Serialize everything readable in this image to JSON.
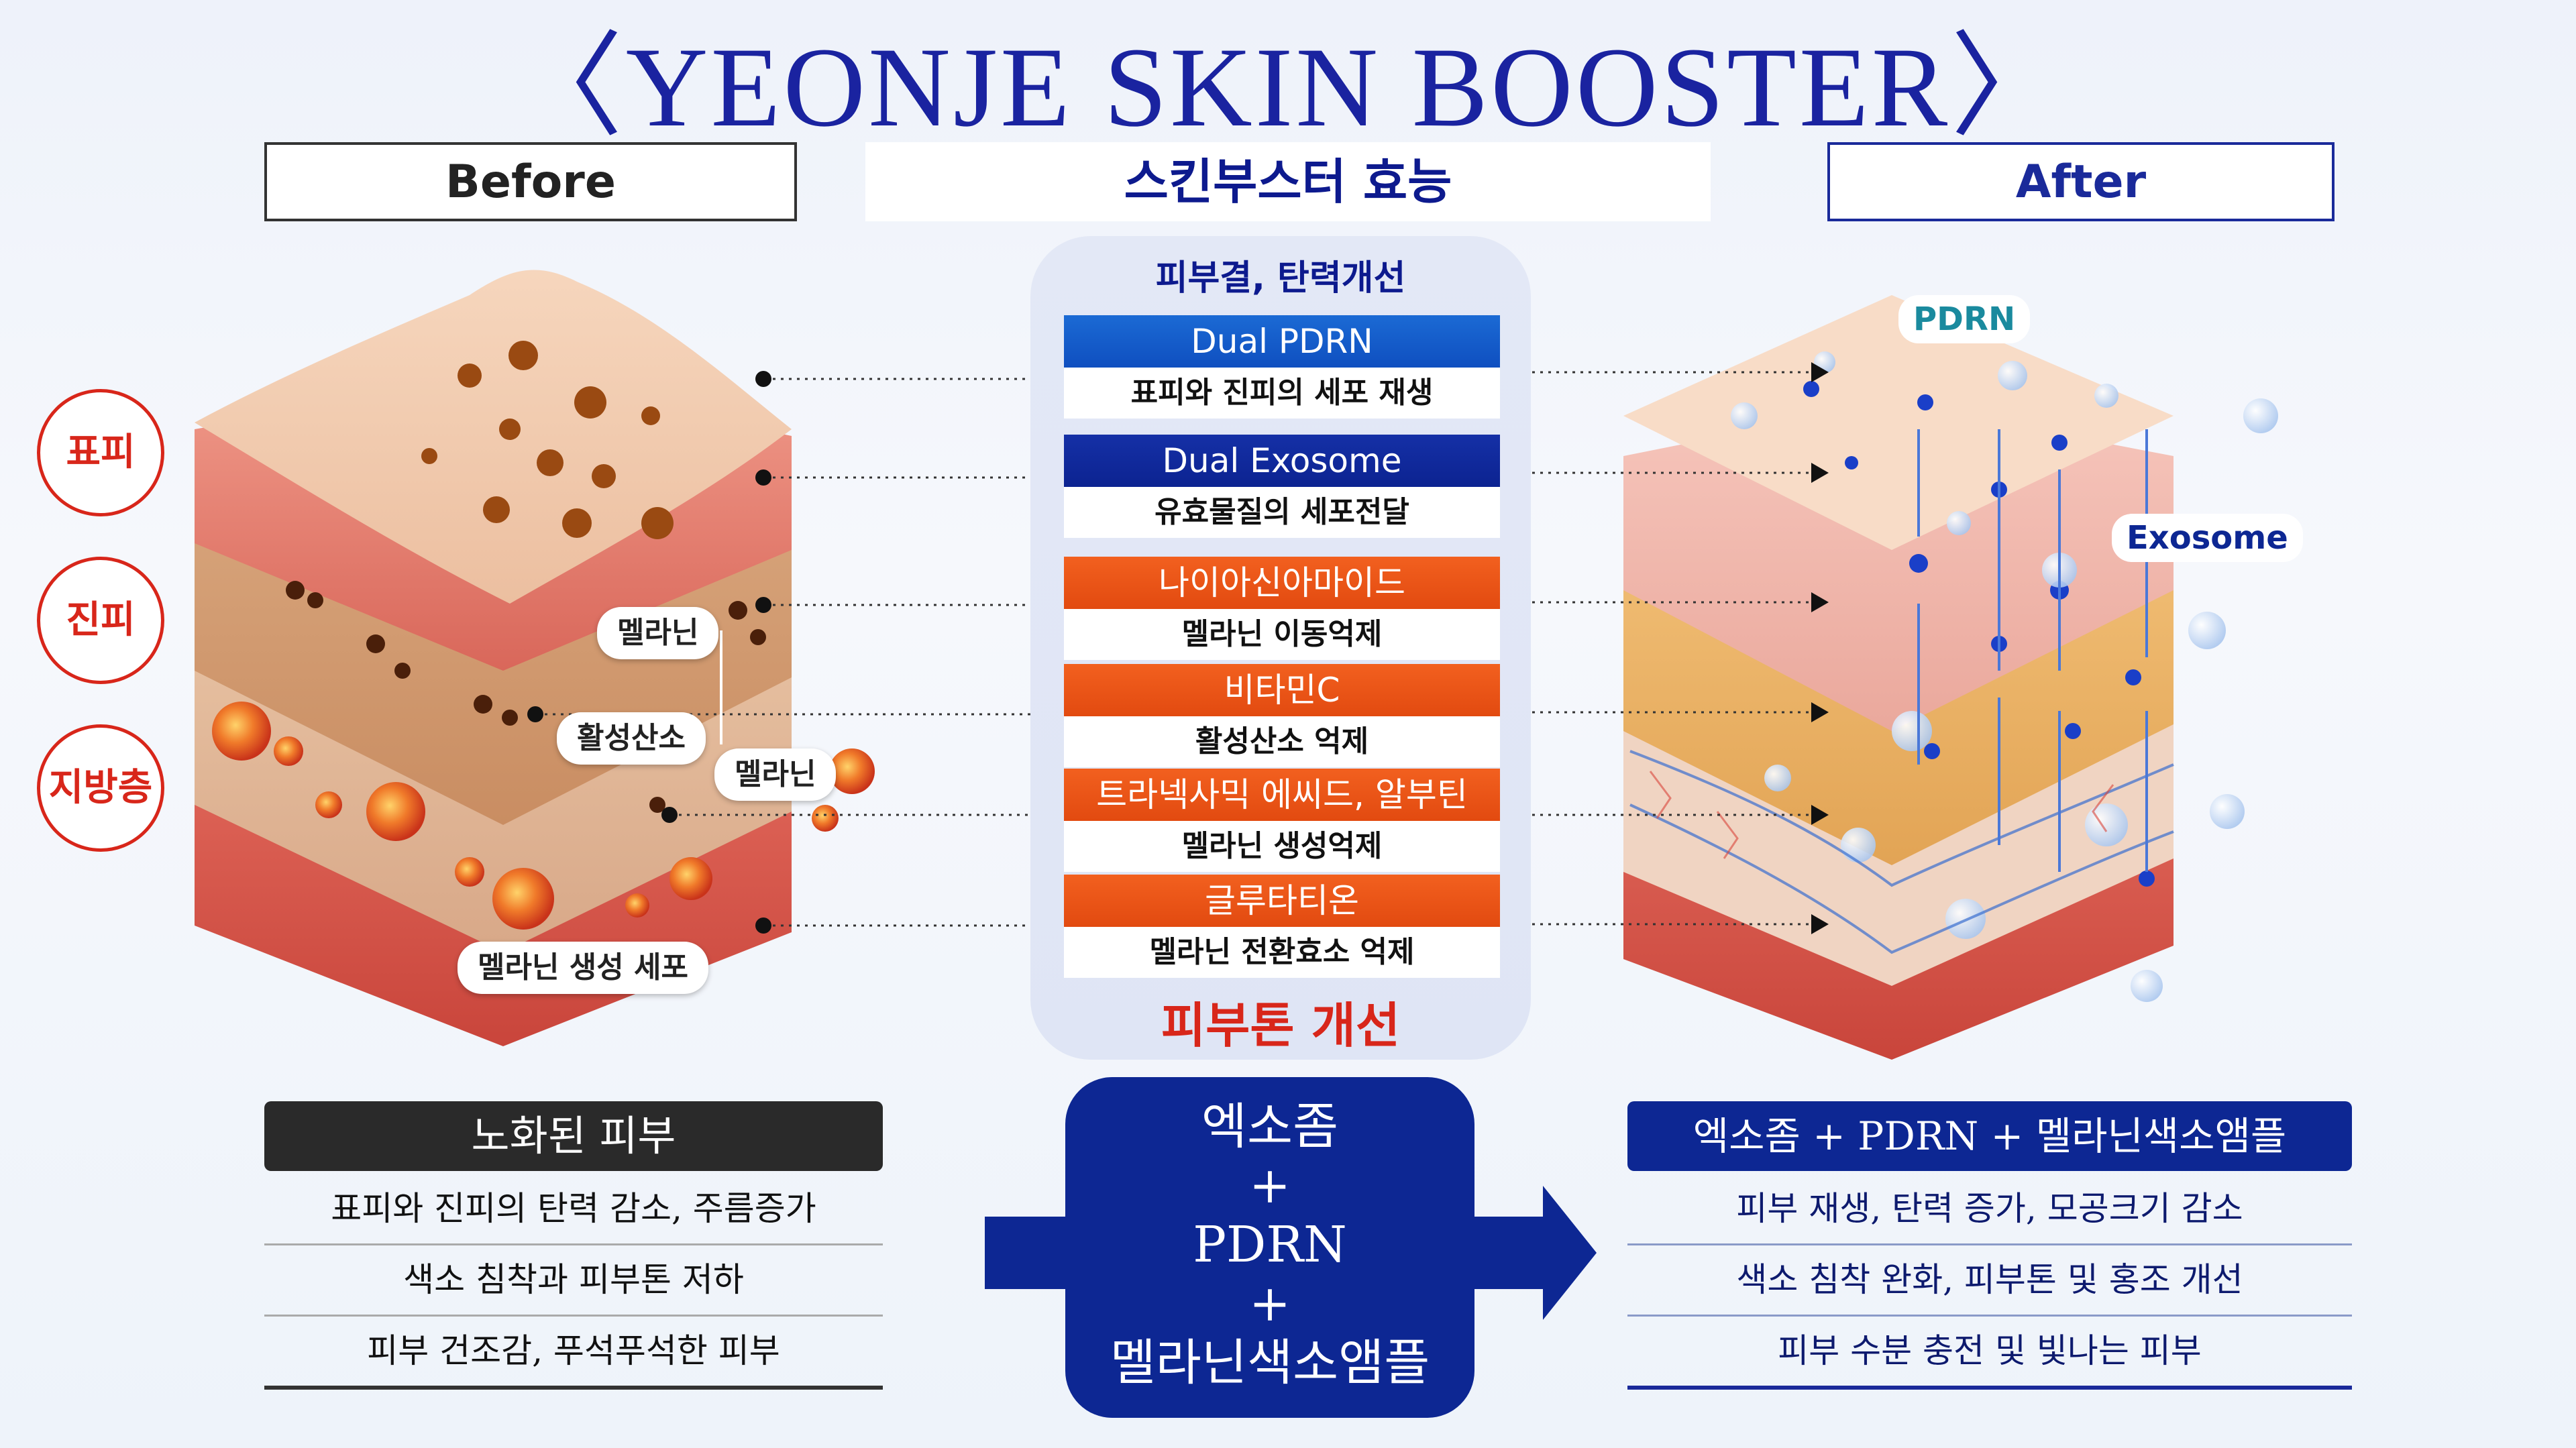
{
  "title": "〈YEONJE SKIN BOOSTER〉",
  "before_label": "Before",
  "after_label": "After",
  "center_title": "스킨부스터 효능",
  "panel_top": "피부결, 탄력개선",
  "panel_bottom": "피부톤 개선",
  "items": [
    {
      "label": "Dual PDRN",
      "desc": "표피와 진피의 세포 재생"
    },
    {
      "label": "Dual Exosome",
      "desc": "유효물질의 세포전달"
    },
    {
      "label": "나이아신아마이드",
      "desc": "멜라닌 이동억제"
    },
    {
      "label": "비타민C",
      "desc": "활성산소 억제"
    },
    {
      "label": "트라넥사믹 에씨드, 알부틴",
      "desc": "멜라닌 생성억제"
    },
    {
      "label": "글루타티온",
      "desc": "멜라닌 전환효소 억제"
    }
  ],
  "layers": [
    "표피",
    "진피",
    "지방층"
  ],
  "callouts": {
    "melanin_top": "멜라닌",
    "ros": "활성산소",
    "melanin_mid": "멜라닌",
    "melanocyte": "멜라닌 생성 세포"
  },
  "after_tags": {
    "pdrn": "PDRN",
    "exosome": "Exosome"
  },
  "left_box": {
    "header": "노화된 피부",
    "rows": [
      "표피와 진피의 탄력 감소, 주름증가",
      "색소 침착과 피부톤 저하",
      "피부 건조감, 푸석푸석한 피부"
    ]
  },
  "center_box": {
    "lines": [
      "엑소좀",
      "+",
      "PDRN",
      "+",
      "멜라닌색소앰플"
    ]
  },
  "right_box": {
    "header": "엑소좀 + PDRN + 멜라닌색소앰플",
    "rows": [
      "피부 재생, 탄력 증가, 모공크기 감소",
      "색소 침착 완화, 피부톤 및 홍조 개선",
      "피부 수분 충전 및 빛나는 피부"
    ]
  },
  "colors": {
    "title": "#1a23a0",
    "navy": "#0d2793",
    "red": "#d8261a",
    "orange": "#e24a10",
    "blue": "#1b6ad4"
  }
}
